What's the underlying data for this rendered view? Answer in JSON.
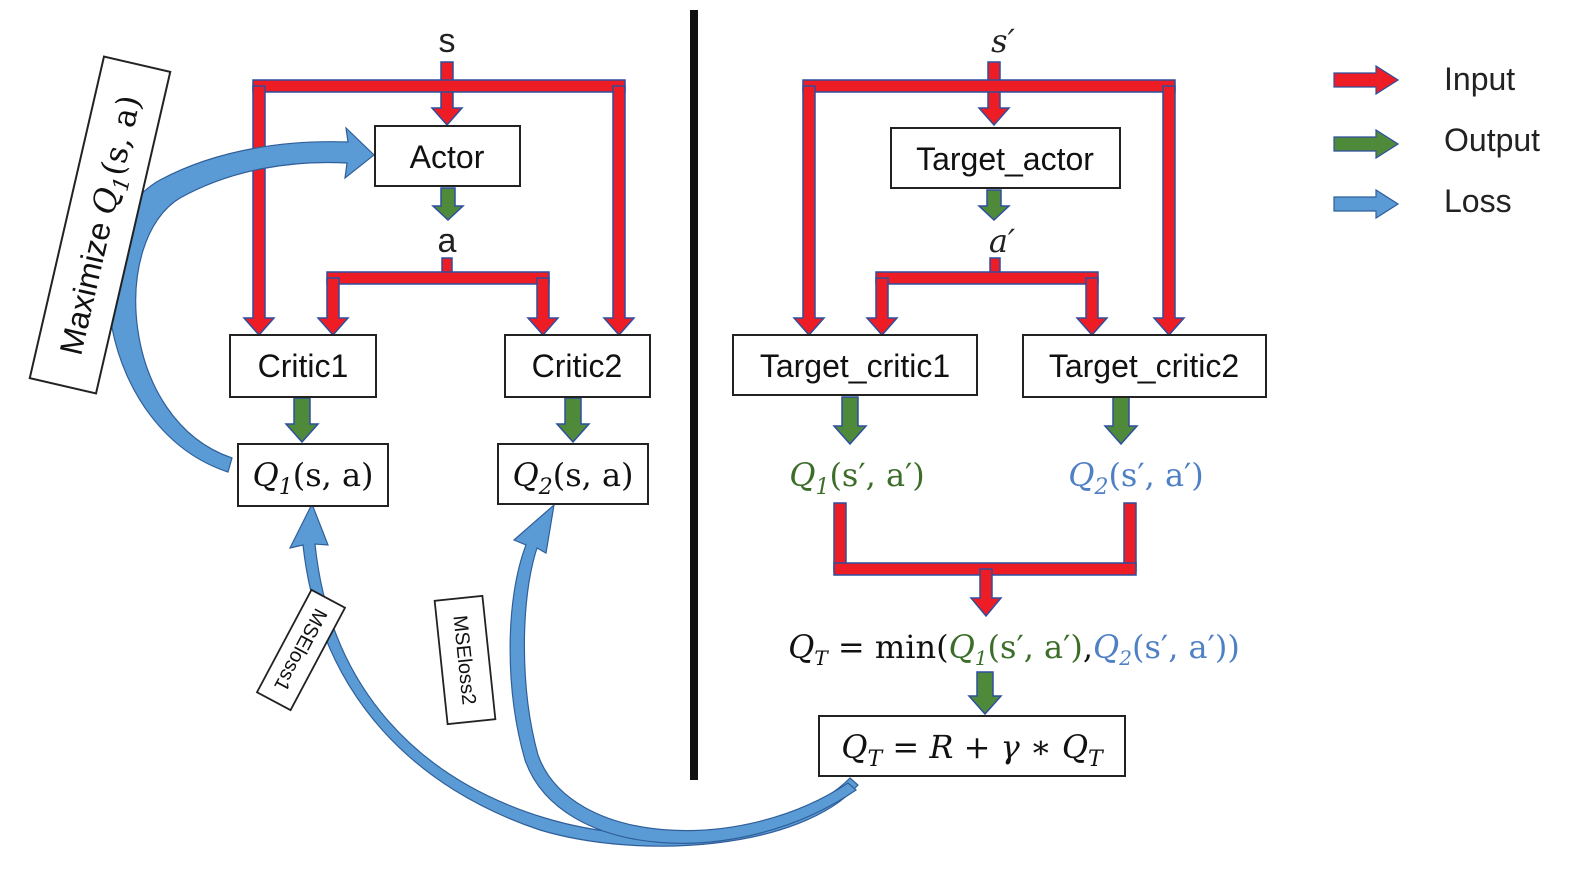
{
  "inputs": {
    "s": "s",
    "s_prime": "s′",
    "a": "a",
    "a_prime": "a′"
  },
  "nodes": {
    "actor": "Actor",
    "critic1": "Critic1",
    "critic2": "Critic2",
    "target_actor": "Target_actor",
    "target_critic1": "Target_critic1",
    "target_critic2": "Target_critic2"
  },
  "outputs": {
    "q1": {
      "sym": "Q",
      "sub": "1",
      "args": "(s, a)"
    },
    "q2": {
      "sym": "Q",
      "sub": "2",
      "args": "(s, a)"
    },
    "q1_target": {
      "sym": "Q",
      "sub": "1",
      "args": "(s′, a′)"
    },
    "q2_target": {
      "sym": "Q",
      "sub": "2",
      "args": "(s′, a′)"
    }
  },
  "formulas": {
    "min": {
      "lhs_sym": "Q",
      "lhs_sub": "T",
      "eq": " = ",
      "fn": "min(",
      "q1": "Q",
      "q1_sub": "1",
      "q1_args": "(s′, a′)",
      "comma": ",",
      "q2": "Q",
      "q2_sub": "2",
      "q2_args": "(s′, a′)",
      "close": ")"
    },
    "target": {
      "lhs_sym": "Q",
      "lhs_sub": "T",
      "rhs": " = R + γ ∗ ",
      "rhs_sym": "Q",
      "rhs_sub": "T"
    }
  },
  "losses": {
    "maximize": {
      "text": "Maximize ",
      "sym": "Q",
      "sub": "1",
      "args": "(s, a)"
    },
    "mse1": "MSEloss1",
    "mse2": "MSEloss2"
  },
  "legend": [
    {
      "label": "Input",
      "color": "#ee1c24"
    },
    {
      "label": "Output",
      "color": "#4e8a3a"
    },
    {
      "label": "Loss",
      "color": "#5b9bd5"
    }
  ],
  "colors": {
    "input_arrow": "#ee1c24",
    "output_arrow": "#4e8a3a",
    "loss_arrow": "#5b9bd5",
    "q1_text": "#3c6e2a",
    "q2_text": "#4f80c4",
    "divider": "#111111"
  }
}
